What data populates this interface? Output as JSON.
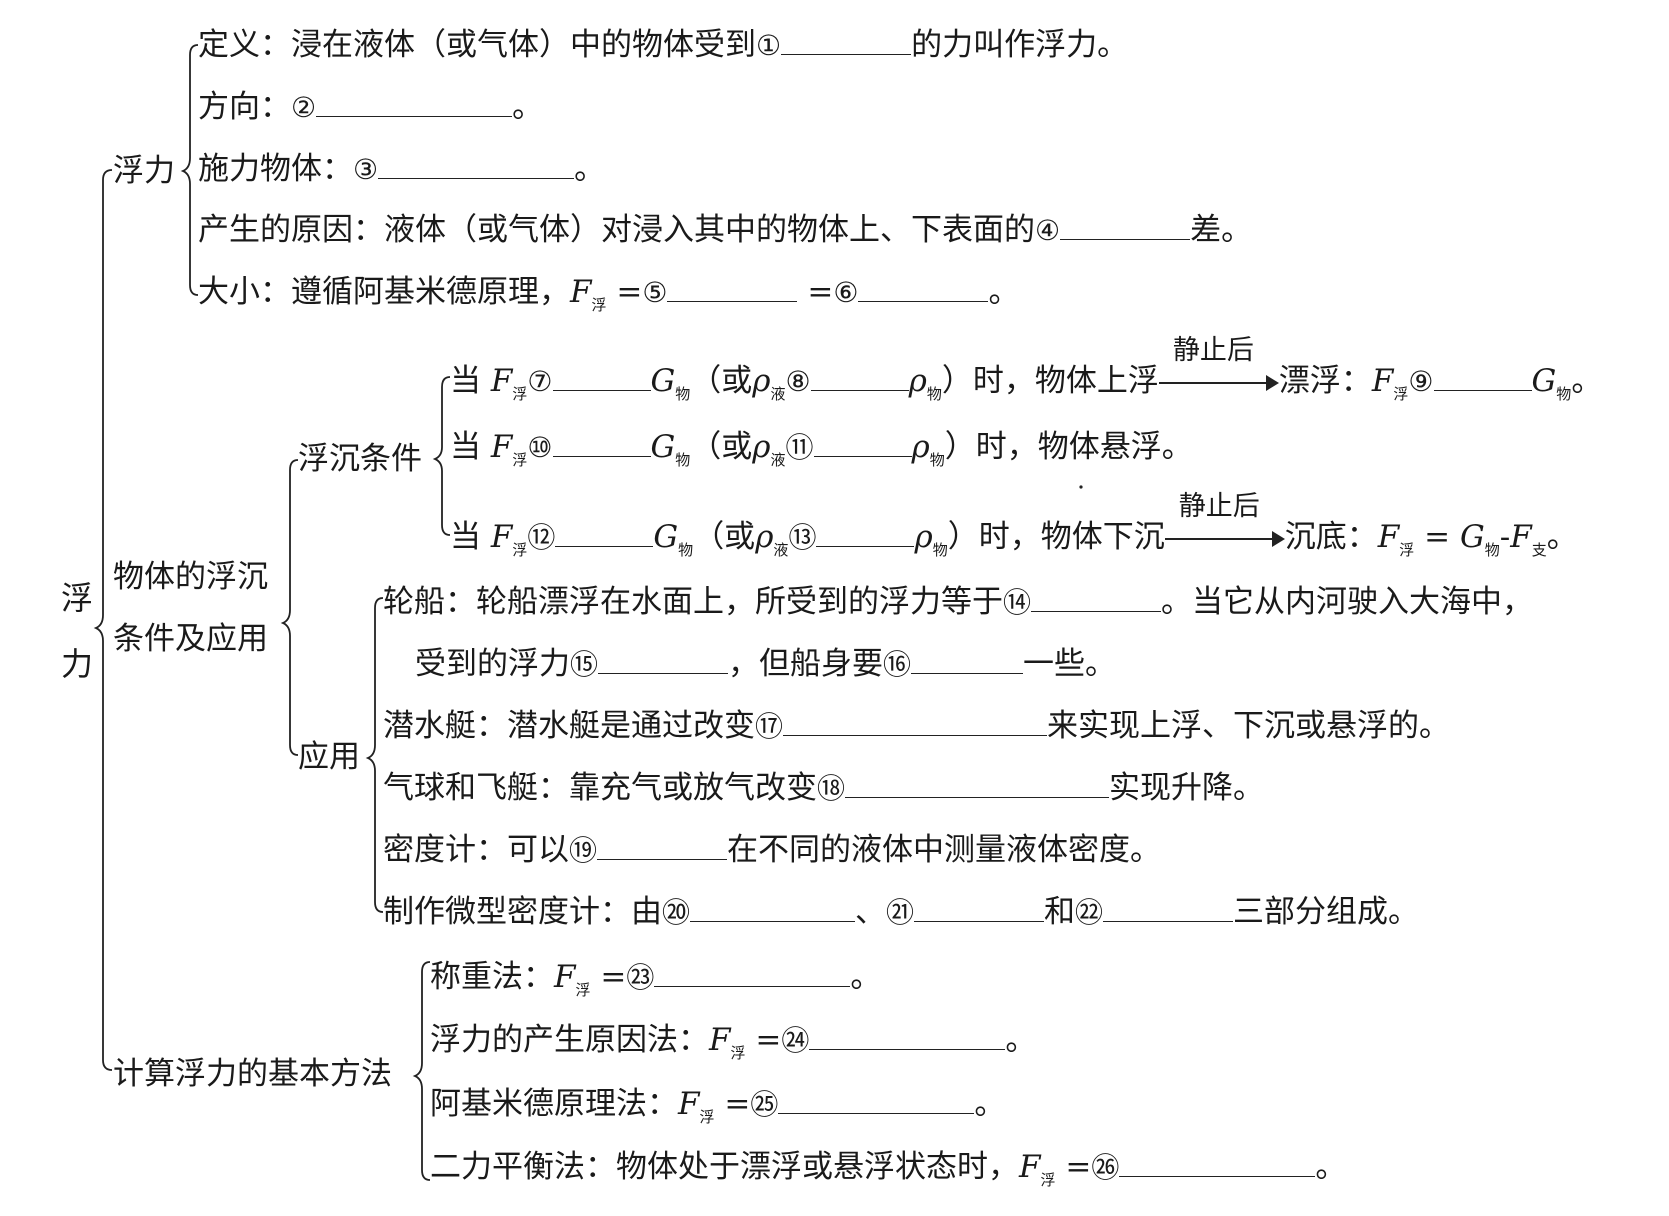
{
  "root": {
    "c1": "浮",
    "c2": "力"
  },
  "fuli": {
    "title": "浮力",
    "def_pre": "定义：浸在液体（或气体）中的物体受到",
    "def_num": "①",
    "def_post": "的力叫作浮力。",
    "dir_pre": "方向：",
    "dir_num": "②",
    "dir_post": "。",
    "shili_pre": "施力物体：",
    "shili_num": "③",
    "shili_post": "。",
    "cause_pre": "产生的原因：液体（或气体）对浸入其中的物体上、下表面的",
    "cause_num": "④",
    "cause_post": "差。",
    "size_pre": "大小：遵循阿基米德原理，",
    "F": "F",
    "fu": "浮",
    "eq": "=",
    "size_num1": "⑤",
    "size_num2": "⑥",
    "size_post": "。"
  },
  "fuchen": {
    "title_l1": "物体的浮沉",
    "title_l2": "条件及应用",
    "cond_title": "浮沉条件",
    "dang": "当",
    "G": "G",
    "wu": "物",
    "rho": "ρ",
    "ye": "液",
    "huo": "（或",
    "r1": {
      "n1": "⑦",
      "n2": "⑧",
      "mid": "）时，物体上浮",
      "arrow_label": "静止后",
      "post": "漂浮：",
      "n3": "⑨",
      "end": "。"
    },
    "r2": {
      "n1": "⑩",
      "n2": "⑪",
      "mid": "）时，物体悬浮。"
    },
    "r3": {
      "n1": "⑫",
      "n2": "⑬",
      "mid": "）时，物体下沉",
      "arrow_label": "静止后",
      "post": "沉底：",
      "minus": "-",
      "zhi": "支",
      "end": "。"
    },
    "app_title": "应用",
    "ship_l1_pre": "轮船：轮船漂浮在水面上，所受到的浮力等于",
    "ship_n1": "⑭",
    "ship_l1_post": "。当它从内河驶入大海中，",
    "ship_l2_pre": "受到的浮力",
    "ship_n2": "⑮",
    "ship_l2_mid": "，但船身要",
    "ship_n3": "⑯",
    "ship_l2_post": "一些。",
    "sub_pre": "潜水艇：潜水艇是通过改变",
    "sub_num": "⑰",
    "sub_post": "来实现上浮、下沉或悬浮的。",
    "balloon_pre": "气球和飞艇：靠充气或放气改变",
    "balloon_num": "⑱",
    "balloon_post": "实现升降。",
    "hyd_pre": "密度计：可以",
    "hyd_num": "⑲",
    "hyd_post": "在不同的液体中测量液体密度。",
    "make_pre": "制作微型密度计：由",
    "make_n1": "⑳",
    "make_sep1": "、",
    "make_n2": "㉑",
    "make_sep2": "和",
    "make_n3": "㉒",
    "make_post": "三部分组成。"
  },
  "calc": {
    "title": "计算浮力的基本方法",
    "m1_pre": "称重法：",
    "m1_num": "㉓",
    "m2_pre": "浮力的产生原因法：",
    "m2_num": "㉔",
    "m3_pre": "阿基米德原理法：",
    "m3_num": "㉕",
    "m4_pre": "二力平衡法：物体处于漂浮或悬浮状态时，",
    "m4_num": "㉖",
    "end": "。"
  }
}
